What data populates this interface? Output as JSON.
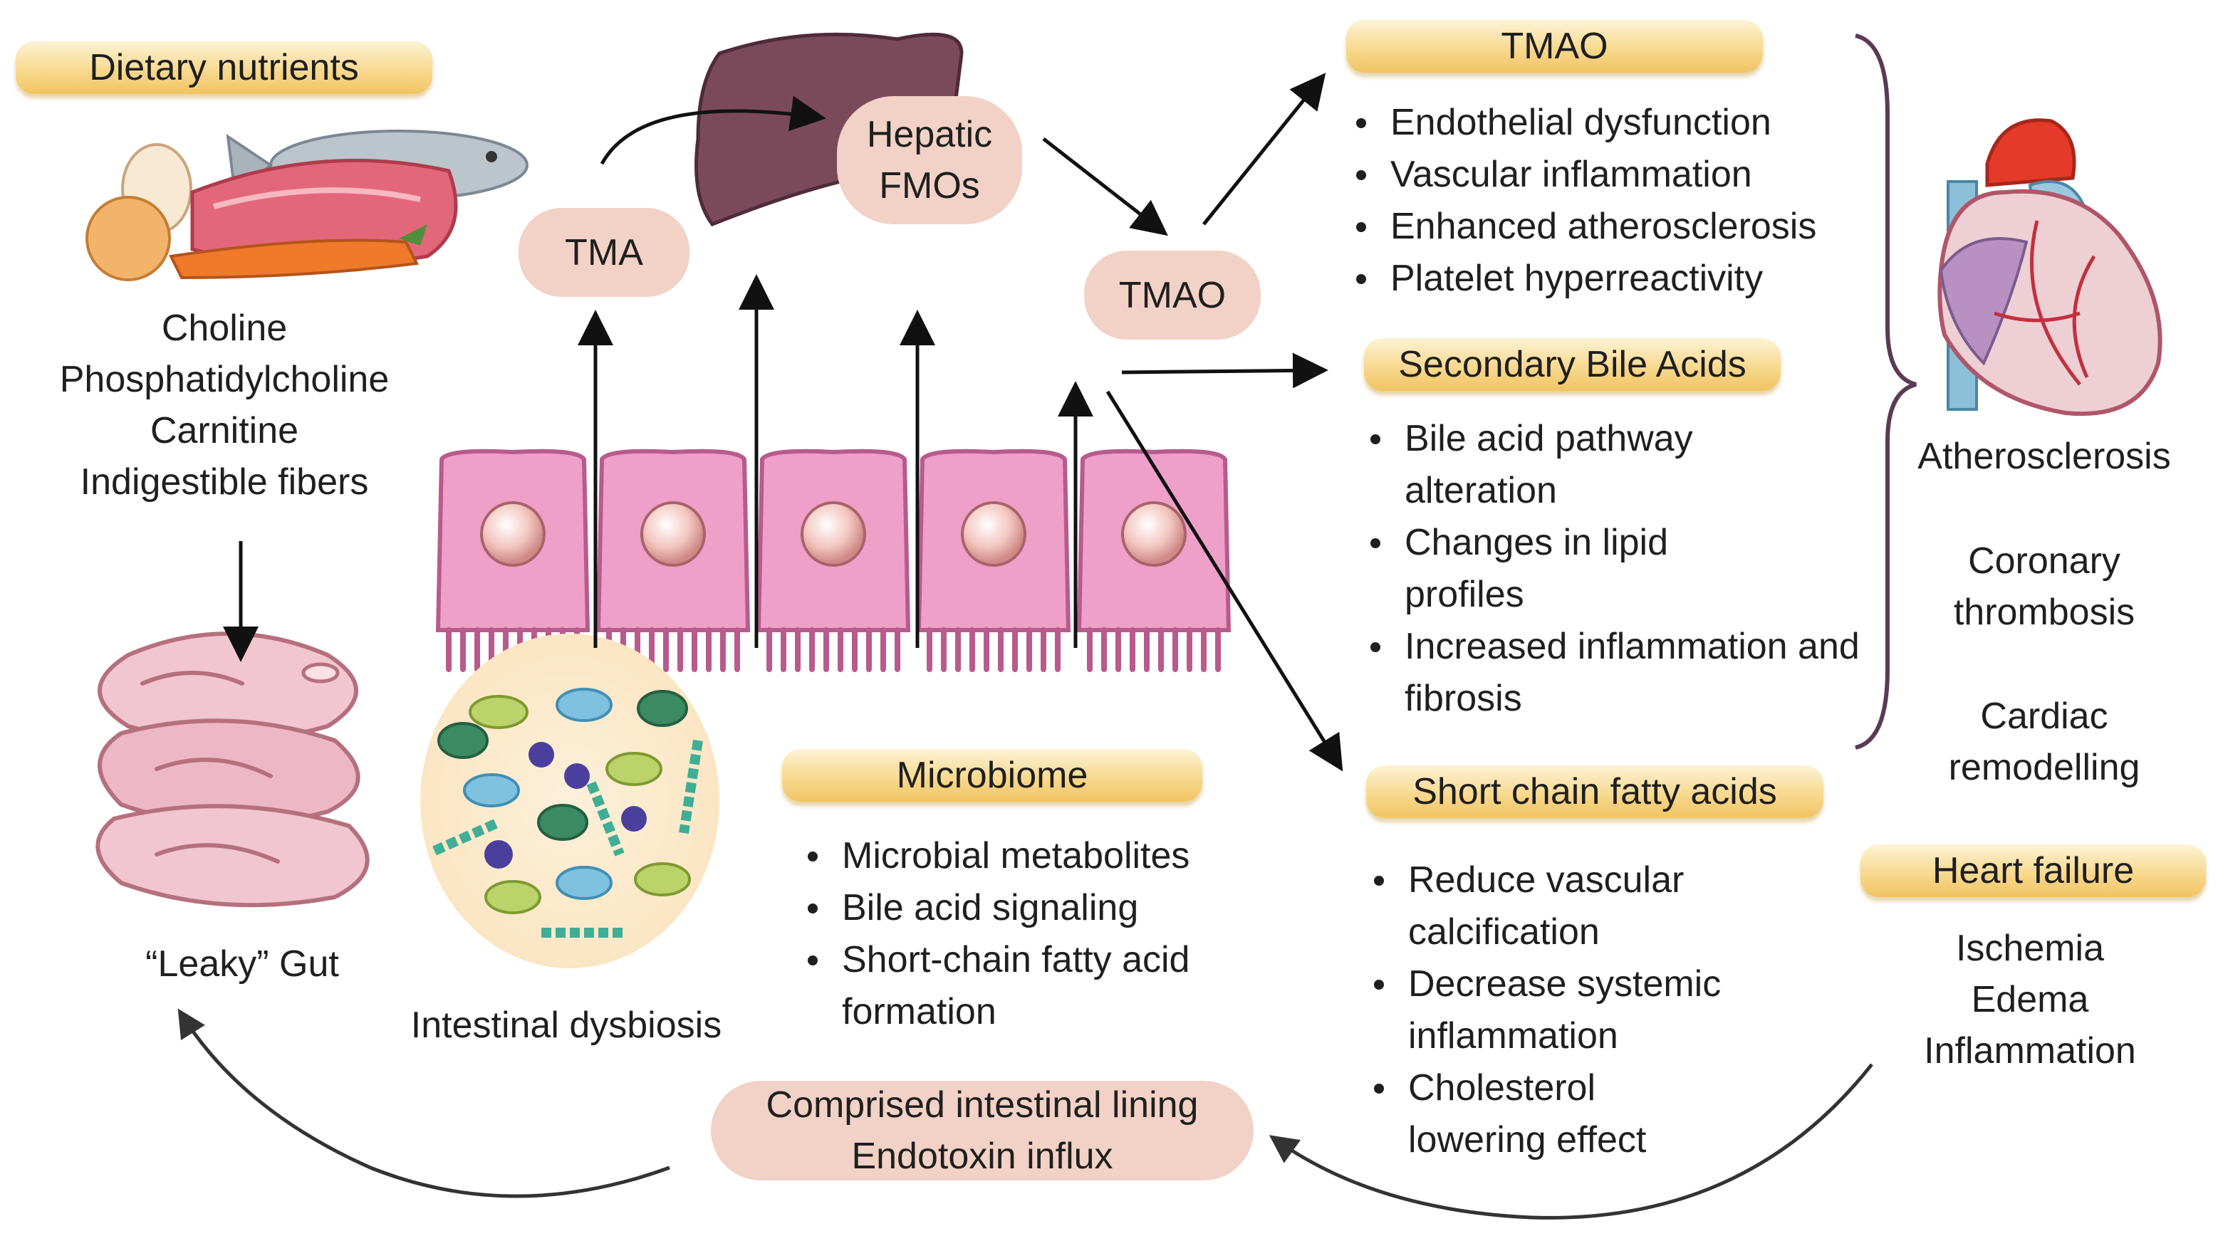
{
  "dietary": {
    "header": "Dietary nutrients",
    "items": [
      "Choline",
      "Phosphatidylcholine",
      "Carnitine",
      "Indigestible fibers"
    ]
  },
  "flow": {
    "tma": "TMA",
    "hepatic": [
      "Hepatic",
      "FMOs"
    ],
    "tmao": "TMAO"
  },
  "leaky_gut": "“Leaky” Gut",
  "dysbiosis": "Intestinal dysbiosis",
  "microbiome": {
    "header": "Microbiome",
    "items": [
      "Microbial metabolites",
      "Bile acid signaling",
      "Short-chain fatty acid formation"
    ]
  },
  "tmao_box": {
    "header": "TMAO",
    "items": [
      "Endothelial dysfunction",
      "Vascular inflammation",
      "Enhanced atherosclerosis",
      "Platelet hyperreactivity"
    ]
  },
  "bile": {
    "header": "Secondary Bile Acids",
    "items": [
      "Bile acid pathway alteration",
      "Changes in lipid profiles",
      "Increased inflammation and fibrosis"
    ]
  },
  "scfa": {
    "header": "Short chain fatty acids",
    "items": [
      "Reduce vascular calcification",
      "Decrease systemic inflammation",
      "Cholesterol lowering effect"
    ]
  },
  "outcomes": [
    "Atherosclerosis",
    "Coronary thrombosis",
    "Cardiac remodelling"
  ],
  "heart_failure": {
    "header": "Heart failure",
    "items": [
      "Ischemia",
      "Edema",
      "Inflammation"
    ]
  },
  "lining": [
    "Comprised intestinal lining",
    "Endotoxin influx"
  ],
  "colors": {
    "header_gold": "#f8d98f",
    "pill_pink": "#f2d2c6",
    "cell_pink": "#eea0c8",
    "liver": "#7a4a5b",
    "arrow": "#111111",
    "brace": "#5a3a55"
  }
}
